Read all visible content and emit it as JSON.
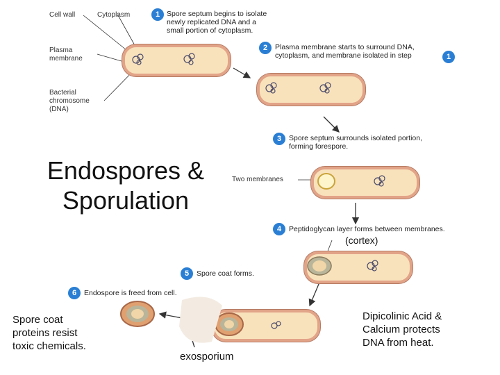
{
  "title_line1": "Endospores &",
  "title_line2": "Sporulation",
  "labels": {
    "cell_wall": "Cell wall",
    "cytoplasm": "Cytoplasm",
    "plasma_membrane_1": "Plasma",
    "plasma_membrane_2": "membrane",
    "chromosome_1": "Bacterial",
    "chromosome_2": "chromosome",
    "chromosome_3": "(DNA)",
    "two_membranes": "Two membranes",
    "cortex": "(cortex)",
    "exosporium": "exosporium"
  },
  "steps": [
    {
      "num": "1",
      "lines": [
        "Spore septum begins to isolate",
        "newly replicated DNA and a",
        "small portion of cytoplasm."
      ]
    },
    {
      "num": "2",
      "lines": [
        "Plasma membrane starts to surround DNA,",
        "cytoplasm, and membrane isolated in step"
      ],
      "ref": "1"
    },
    {
      "num": "3",
      "lines": [
        "Spore septum surrounds isolated portion,",
        "forming forespore."
      ]
    },
    {
      "num": "4",
      "lines": [
        "Peptidoglycan layer forms between membranes."
      ]
    },
    {
      "num": "5",
      "lines": [
        "Spore coat forms."
      ]
    },
    {
      "num": "6",
      "lines": [
        "Endospore is freed from cell."
      ]
    }
  ],
  "notes": {
    "spore_coat": [
      "Spore coat",
      "proteins resist",
      "toxic chemicals."
    ],
    "dipicolinic": [
      "Dipicolinic Acid  &",
      "Calcium  protects",
      "DNA from heat."
    ]
  },
  "colors": {
    "badge": "#2a7fd4",
    "cell_fill": "#f8e2bc",
    "cell_wall": "#e2a489"
  }
}
